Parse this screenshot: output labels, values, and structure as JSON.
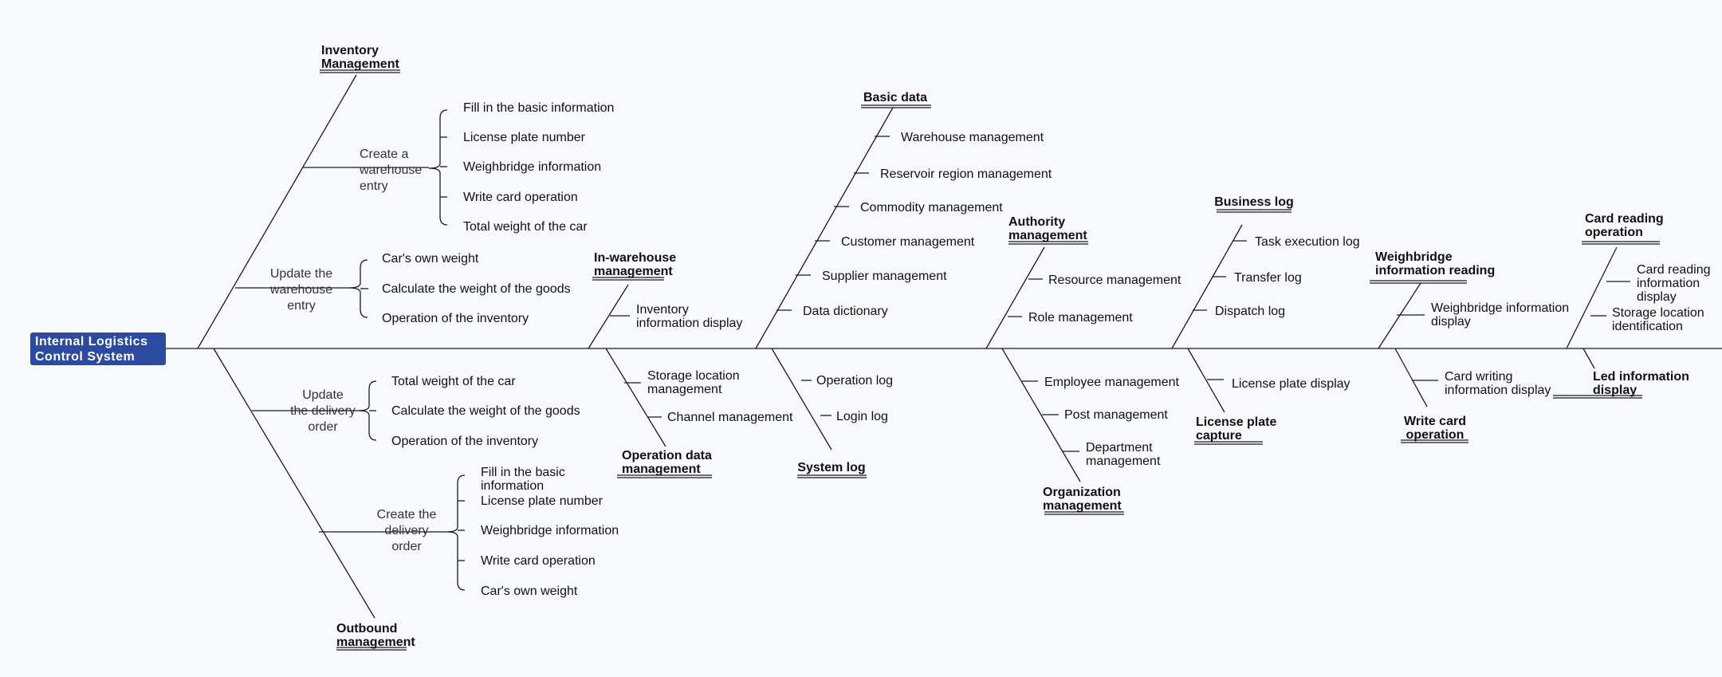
{
  "root": {
    "lines": [
      "Internal Logistics",
      "Control System"
    ]
  },
  "colors": {
    "root_fill": "#2b4aa0",
    "line": "#1a1a1a",
    "background": "#f7f9fd"
  },
  "inventory": {
    "title": [
      "Inventory",
      "Management"
    ],
    "warehouse_entry": {
      "label": [
        "Create a",
        "warehouse",
        "entry"
      ],
      "items": [
        "Fill in the basic information",
        "License plate number",
        "Weighbridge information",
        "Write card operation",
        "Total weight of the car"
      ]
    },
    "update_entry": {
      "label": [
        "Update the",
        "warehouse",
        "entry"
      ],
      "items": [
        "Car's own weight",
        "Calculate the weight of the goods",
        "Operation of the inventory"
      ]
    }
  },
  "outbound": {
    "title": [
      "Outbound",
      "management"
    ],
    "update_delivery": {
      "label": [
        "Update",
        "the delivery",
        "order"
      ],
      "items": [
        "Total weight of the car",
        "Calculate the weight of the goods",
        "Operation of the inventory"
      ]
    },
    "create_delivery": {
      "label": [
        "Create the",
        "delivery",
        "order"
      ],
      "items": [
        [
          "Fill in the basic",
          "information"
        ],
        "License plate number",
        "Weighbridge information",
        "Write card operation",
        "Car's own weight"
      ]
    }
  },
  "in_warehouse": {
    "title": [
      "In-warehouse",
      "management"
    ],
    "items": [
      [
        "Inventory",
        "information display"
      ]
    ]
  },
  "operation_data": {
    "title": [
      "Operation data",
      "management"
    ],
    "items": [
      [
        "Storage location",
        "management"
      ],
      "Channel management"
    ]
  },
  "basic_data": {
    "title": "Basic data",
    "items": [
      "Warehouse management",
      "Reservoir region management",
      "Commodity management",
      "Customer management",
      "Supplier management",
      "Data dictionary"
    ]
  },
  "system_log": {
    "title": "System log",
    "items": [
      "Operation log",
      "Login log"
    ]
  },
  "authority": {
    "title": [
      "Authority",
      "management"
    ],
    "items": [
      "Resource management",
      "Role management"
    ]
  },
  "organization": {
    "title": [
      "Organization",
      "management"
    ],
    "items": [
      "Employee management",
      "Post management",
      [
        "Department",
        "management"
      ]
    ]
  },
  "business_log": {
    "title": "Business log",
    "items": [
      "Task execution log",
      "Transfer log",
      "Dispatch log"
    ]
  },
  "license_capture": {
    "title": [
      "License plate",
      "capture"
    ],
    "items": [
      "License plate display"
    ]
  },
  "weighbridge_reading": {
    "title": [
      "Weighbridge",
      "information reading"
    ],
    "items": [
      [
        "Weighbridge information",
        "display"
      ]
    ]
  },
  "write_card": {
    "title": [
      "Write card",
      "operation"
    ],
    "items": [
      [
        "Card writing",
        "information display"
      ]
    ]
  },
  "card_reading": {
    "title": [
      "Card reading",
      "operation"
    ],
    "items": [
      [
        "Card reading",
        "information",
        "display"
      ],
      [
        "Storage location",
        "identification"
      ]
    ]
  },
  "led_display": {
    "title": [
      "Led information",
      "display"
    ]
  }
}
